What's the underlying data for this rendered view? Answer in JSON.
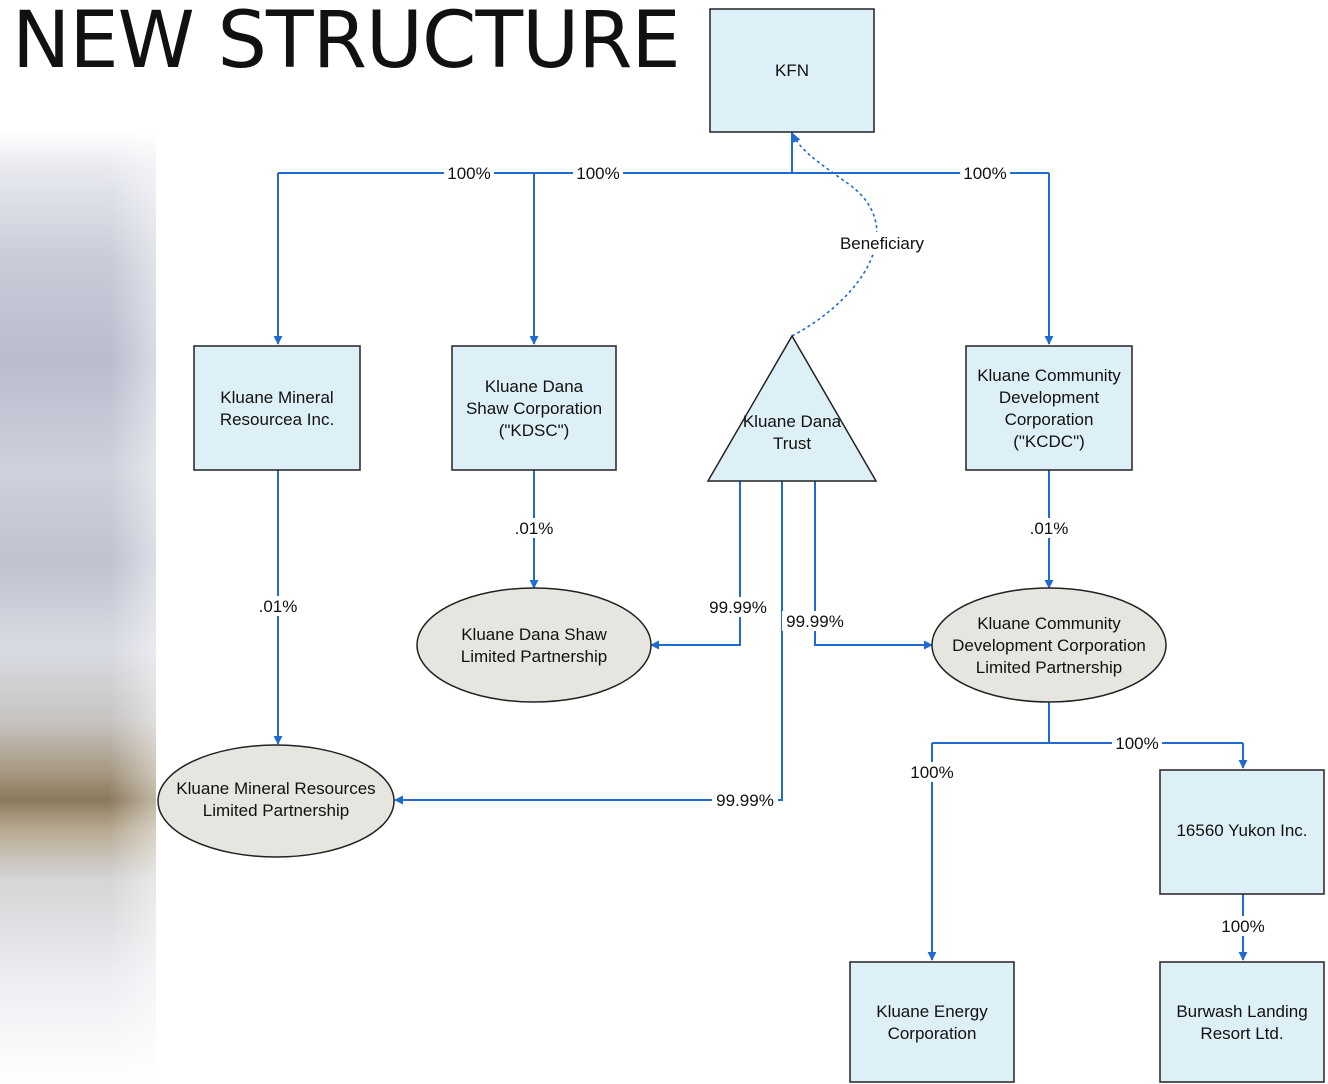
{
  "title": "NEW STRUCTURE",
  "colors": {
    "box_fill": "#ddf0f7",
    "ellipse_fill": "#e6e5df",
    "edge": "#1f6bd1",
    "border": "#222222"
  },
  "nodes": {
    "kfn": {
      "lines": [
        "KFN"
      ]
    },
    "kmri": {
      "lines": [
        "Kluane Mineral",
        "Resourcea Inc."
      ]
    },
    "kdsc": {
      "lines": [
        "Kluane Dana",
        "Shaw Corporation",
        "(\"KDSC\")"
      ]
    },
    "trust": {
      "lines": [
        "Kluane Dana",
        "Trust"
      ]
    },
    "kcdc": {
      "lines": [
        "Kluane Community",
        "Development",
        "Corporation",
        "(\"KCDC\")"
      ]
    },
    "kdslp": {
      "lines": [
        "Kluane Dana Shaw",
        "Limited Partnership"
      ]
    },
    "kcdclp": {
      "lines": [
        "Kluane Community",
        "Development Corporation",
        "Limited Partnership"
      ]
    },
    "kmrlp": {
      "lines": [
        "Kluane Mineral Resources",
        "Limited Partnership"
      ]
    },
    "yukon": {
      "lines": [
        "16560 Yukon Inc."
      ]
    },
    "energy": {
      "lines": [
        "Kluane Energy",
        "Corporation"
      ]
    },
    "burwash": {
      "lines": [
        "Burwash Landing",
        "Resort Ltd."
      ]
    }
  },
  "edges": {
    "kfn_kmri": "100%",
    "kfn_kdsc": "100%",
    "kfn_kcdc": "100%",
    "trust_kfn": "Beneficiary",
    "kdsc_kdslp": ".01%",
    "kmri_kmrlp": ".01%",
    "kcdc_kcdclp": ".01%",
    "trust_kdslp": "99.99%",
    "trust_kcdclp": "99.99%",
    "trust_kmrlp": "99.99%",
    "kcdclp_energy": "100%",
    "kcdclp_yukon": "100%",
    "yukon_burwash": "100%"
  }
}
